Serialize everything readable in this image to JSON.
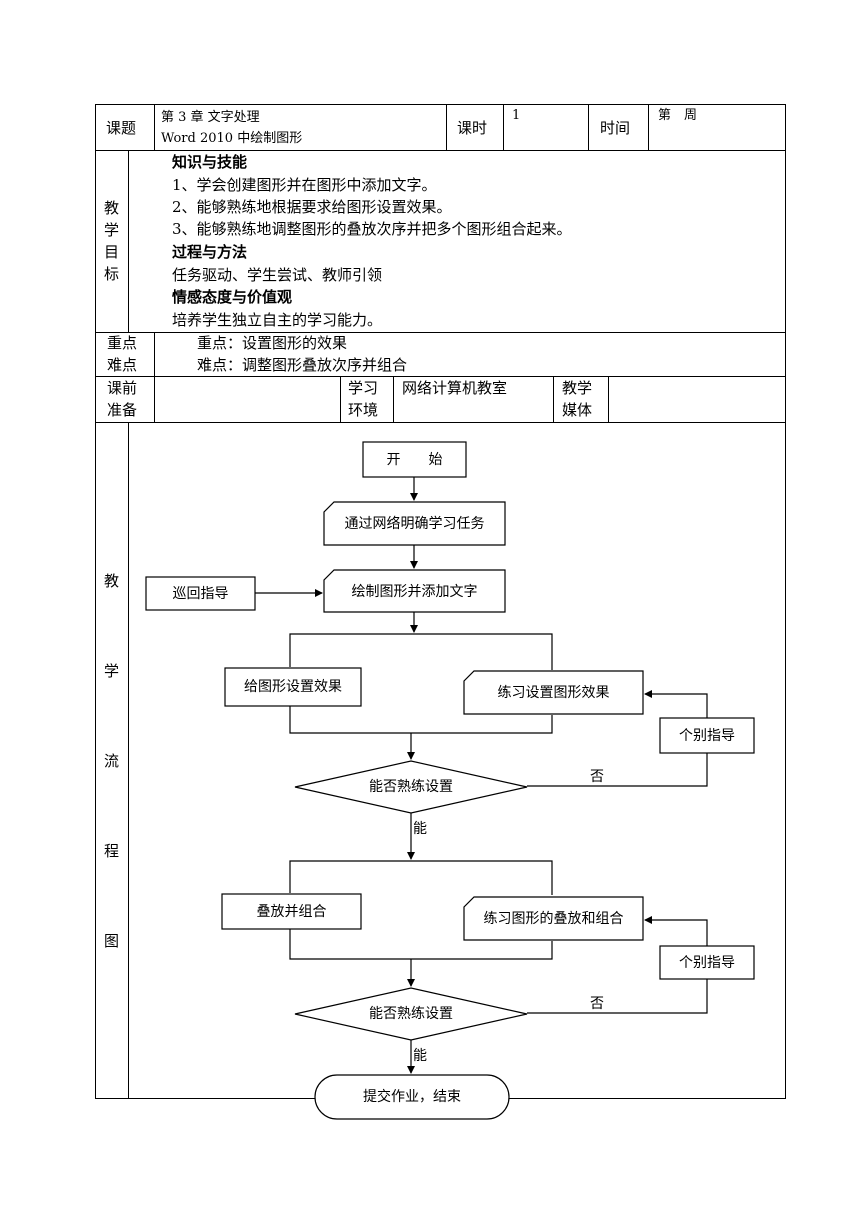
{
  "header": {
    "course_label": "课题",
    "course_line1": "第 3 章 文字处理",
    "course_line2": "Word 2010 中绘制图形",
    "hours_label": "课时",
    "hours_value": "1",
    "time_label": "时间",
    "time_value": "第　周"
  },
  "objectives": {
    "label_chars": [
      "教",
      "学",
      "目",
      "标"
    ],
    "knowledge_heading": "知识与技能",
    "knowledge_items": [
      "1、学会创建图形并在图形中添加文字。",
      "2、能够熟练地根据要求给图形设置效果。",
      "3、能够熟练地调整图形的叠放次序并把多个图形组合起来。"
    ],
    "process_heading": "过程与方法",
    "process_text": "任务驱动、学生尝试、教师引领",
    "emotion_heading": "情感态度与价值观",
    "emotion_text": "培养学生独立自主的学习能力。"
  },
  "key_points": {
    "label_line1": "重点",
    "label_line2": "难点",
    "key_text": "重点：设置图形的效果",
    "difficult_text": "难点：调整图形叠放次序并组合"
  },
  "preparation": {
    "label_line1": "课前",
    "label_line2": "准备",
    "value": "",
    "env_label_line1": "学习",
    "env_label_line2": "环境",
    "env_value": "网络计算机教室",
    "media_label_line1": "教学",
    "media_label_line2": "媒体",
    "media_value": ""
  },
  "flow": {
    "label_chars": [
      "教",
      "学",
      "流",
      "程",
      "图"
    ],
    "start": "开　　始",
    "step1": "通过网络明确学习任务",
    "step2": "绘制图形并添加文字",
    "patrol": "巡回指导",
    "set_effect": "给图形设置效果",
    "practice_effect": "练习设置图形效果",
    "individual1": "个别指导",
    "decision1": "能否熟练设置",
    "no1": "否",
    "yes1": "能",
    "stack_group": "叠放并组合",
    "practice_stack": "练习图形的叠放和组合",
    "individual2": "个别指导",
    "decision2": "能否熟练设置",
    "no2": "否",
    "yes2": "能",
    "end": "提交作业，结束"
  }
}
